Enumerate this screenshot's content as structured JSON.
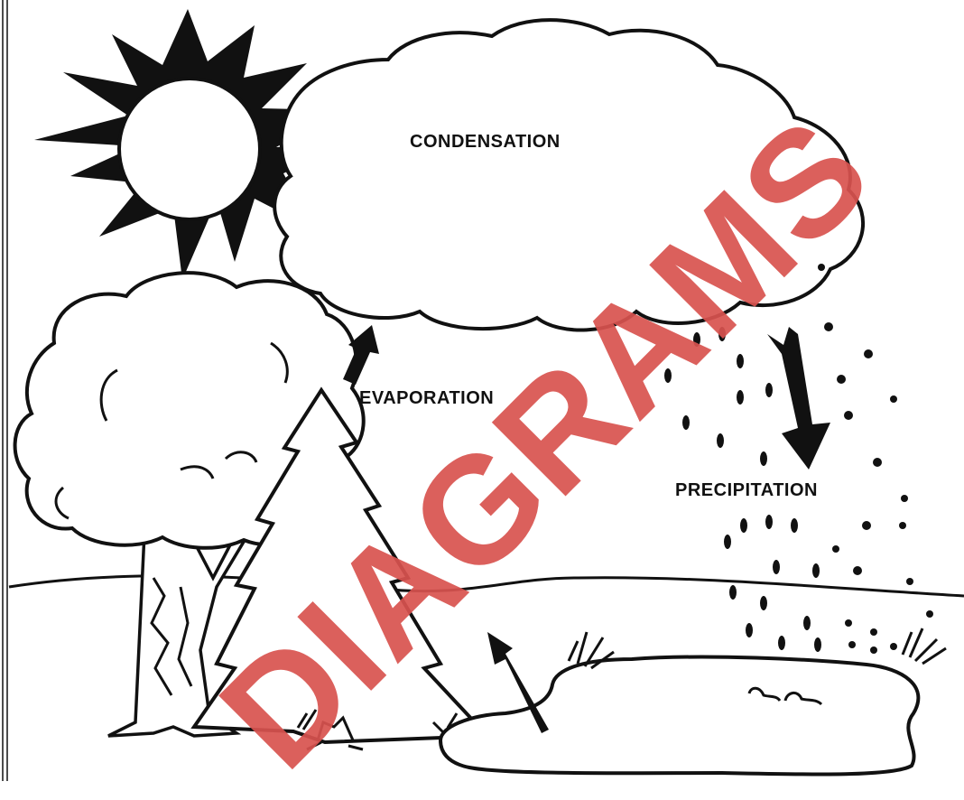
{
  "labels": {
    "condensation": "CONDENSATION",
    "evaporation": "EVAPORATION",
    "precipitation": "PRECIPITATION"
  },
  "watermark": "DIAGRAMS",
  "colors": {
    "ink": "#111111",
    "watermark": "#d9534f",
    "background": "#ffffff"
  }
}
